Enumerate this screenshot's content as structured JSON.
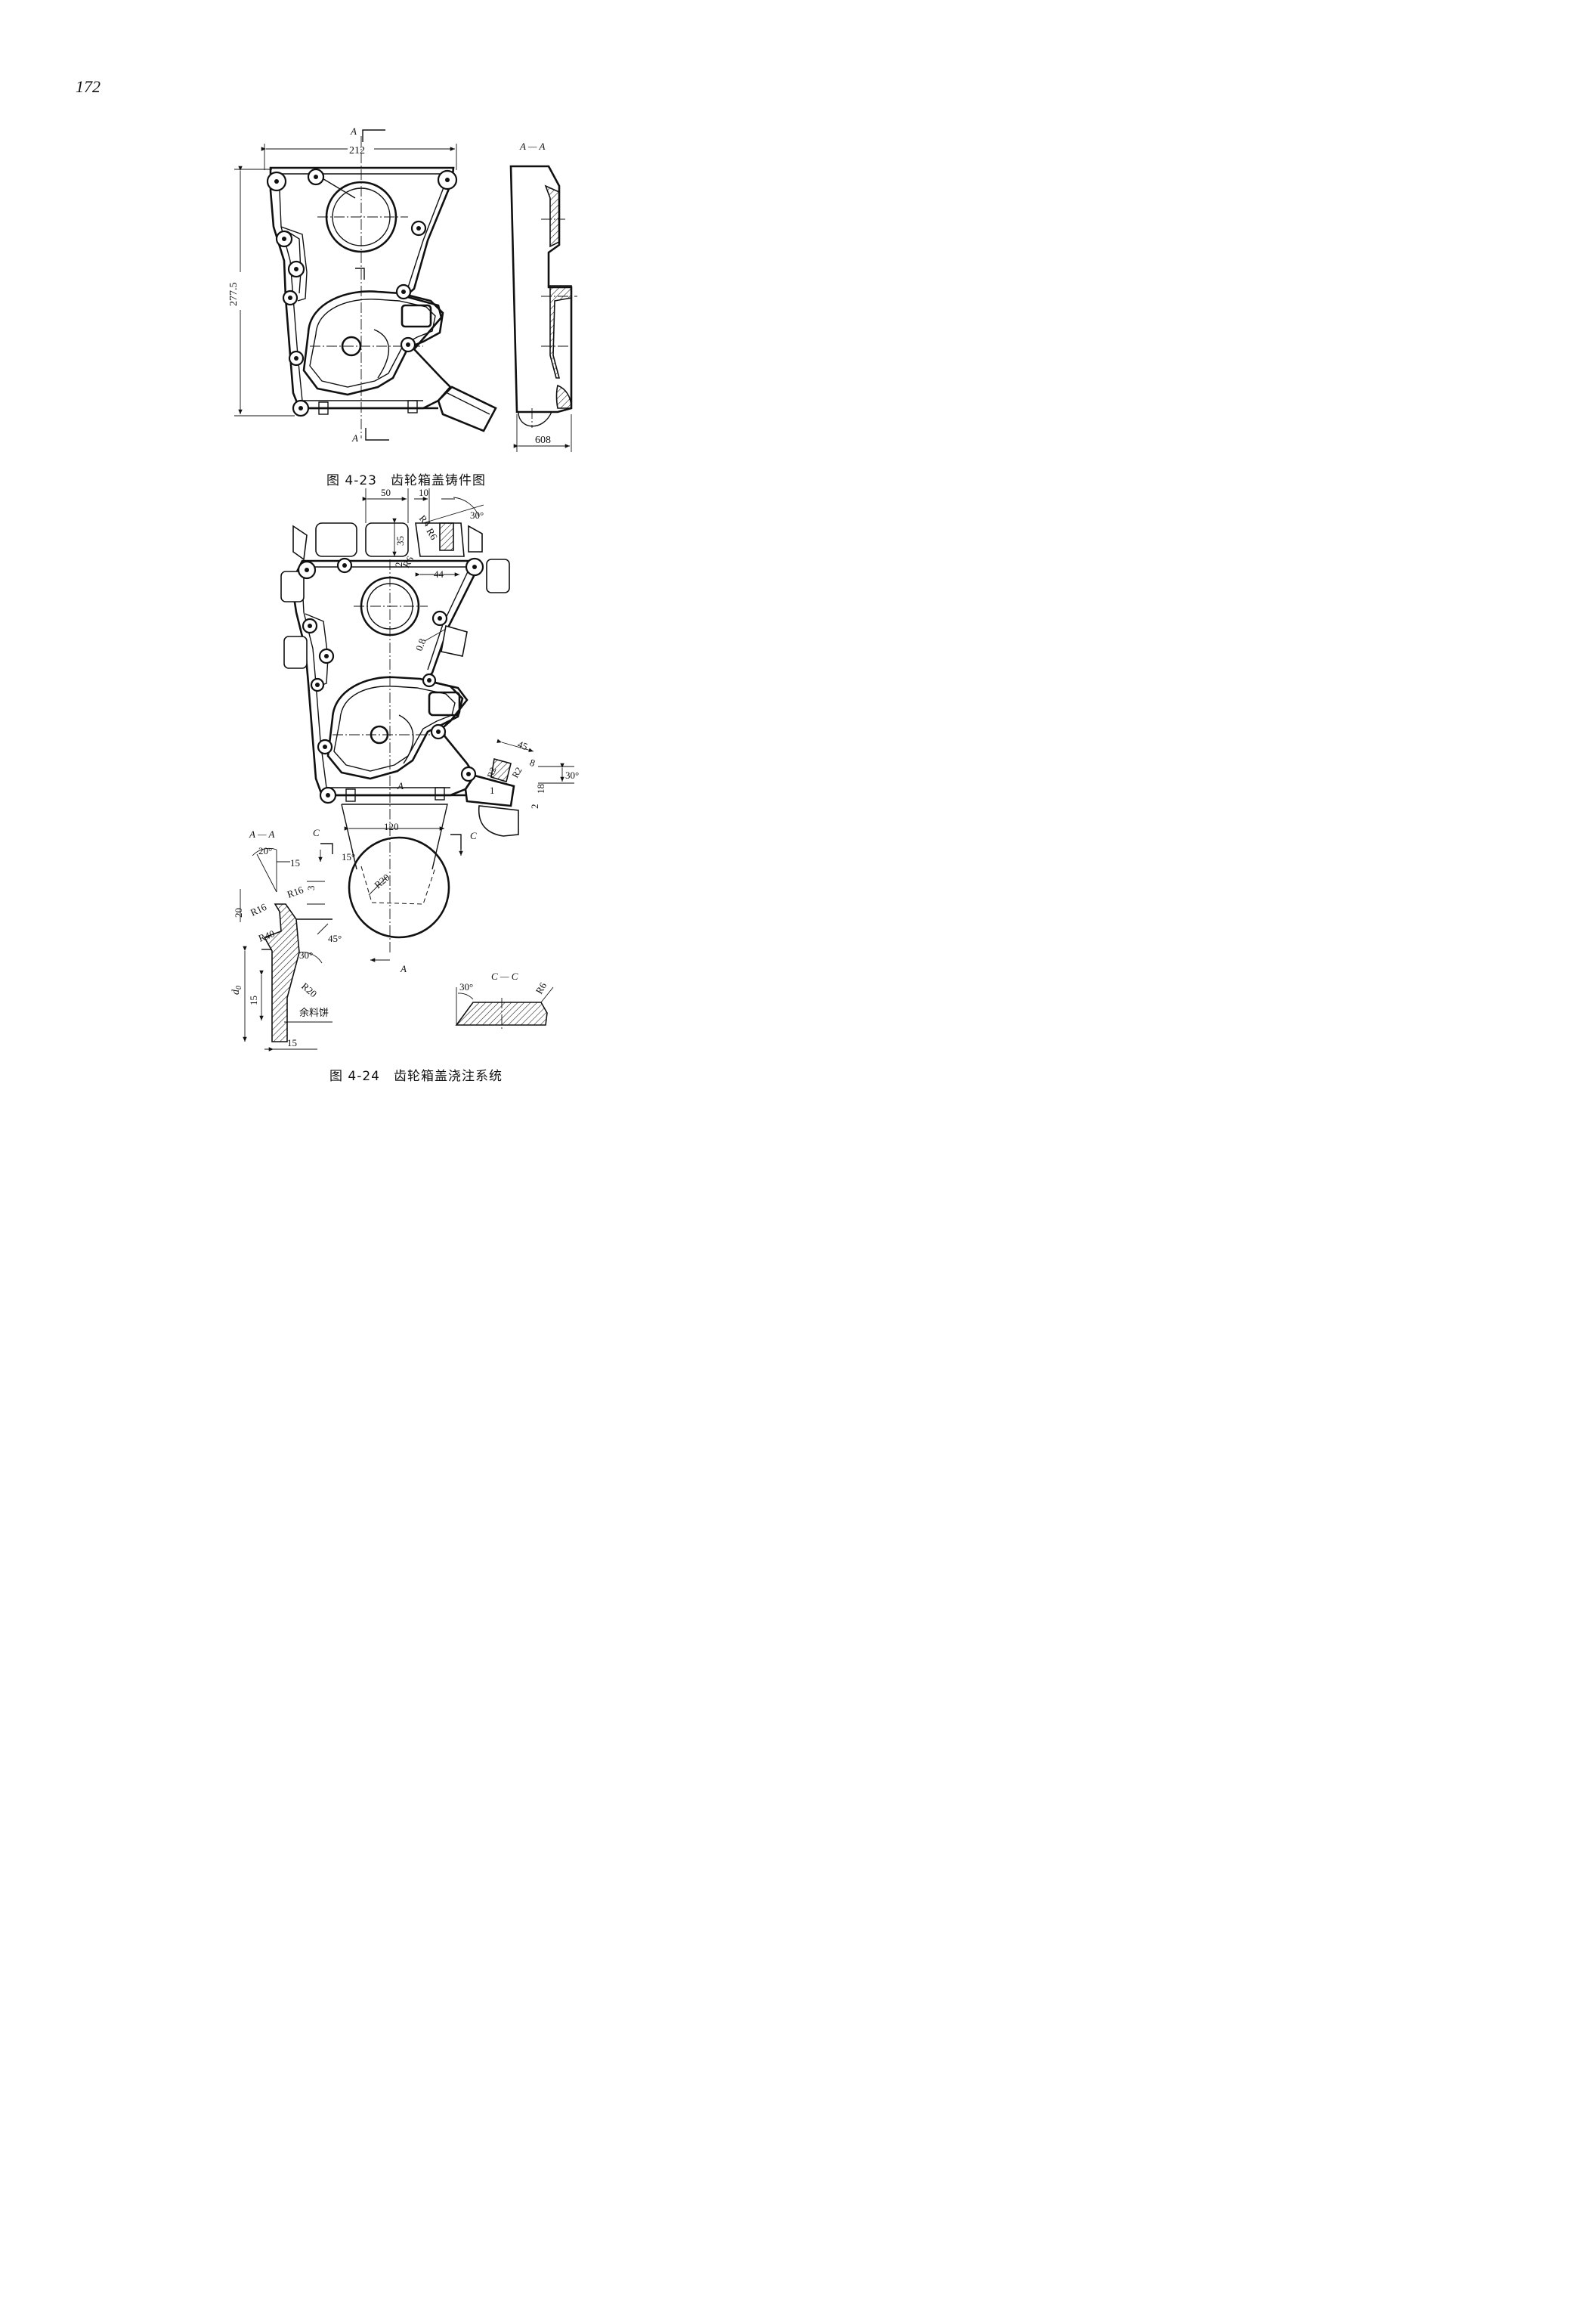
{
  "page": {
    "number": "172"
  },
  "figure_23": {
    "caption": "图 4-23　齿轮箱盖铸件图",
    "dim_width": "212",
    "dim_height": "277.5",
    "dim_thickness": "608",
    "section_mark": "A",
    "section_view_label": "A — A"
  },
  "figure_24": {
    "caption": "图 4-24　齿轮箱盖浇注系统",
    "dims": {
      "d50": "50",
      "d10": "10",
      "d30a": "30°",
      "r4": "R4",
      "r6a": "R6",
      "d35": "35",
      "d2a": "2",
      "r6b": "R6",
      "d44": "44",
      "d08": "0.8",
      "d45": "45",
      "d8": "8",
      "r2a": "R2",
      "r2b": "R2",
      "d30b": "30°",
      "d18": "18",
      "d2b": "2",
      "d1": "1",
      "d120": "120",
      "d15a": "15°",
      "r20": "R20"
    },
    "marks": {
      "a": "A",
      "c": "C"
    },
    "section_aa": {
      "label": "A — A",
      "d20deg": "20°",
      "d15": "15",
      "r16a": "R16",
      "d3": "3",
      "d20": "20",
      "r16b": "R16",
      "r40": "R40",
      "d45": "45°",
      "d30": "30°",
      "r20": "R20",
      "d0": "d",
      "d0_sub": "0",
      "d15b": "15",
      "d15c": "15",
      "note": "余料饼"
    },
    "section_cc": {
      "label": "C — C",
      "d30": "30°",
      "r6": "R6"
    }
  }
}
